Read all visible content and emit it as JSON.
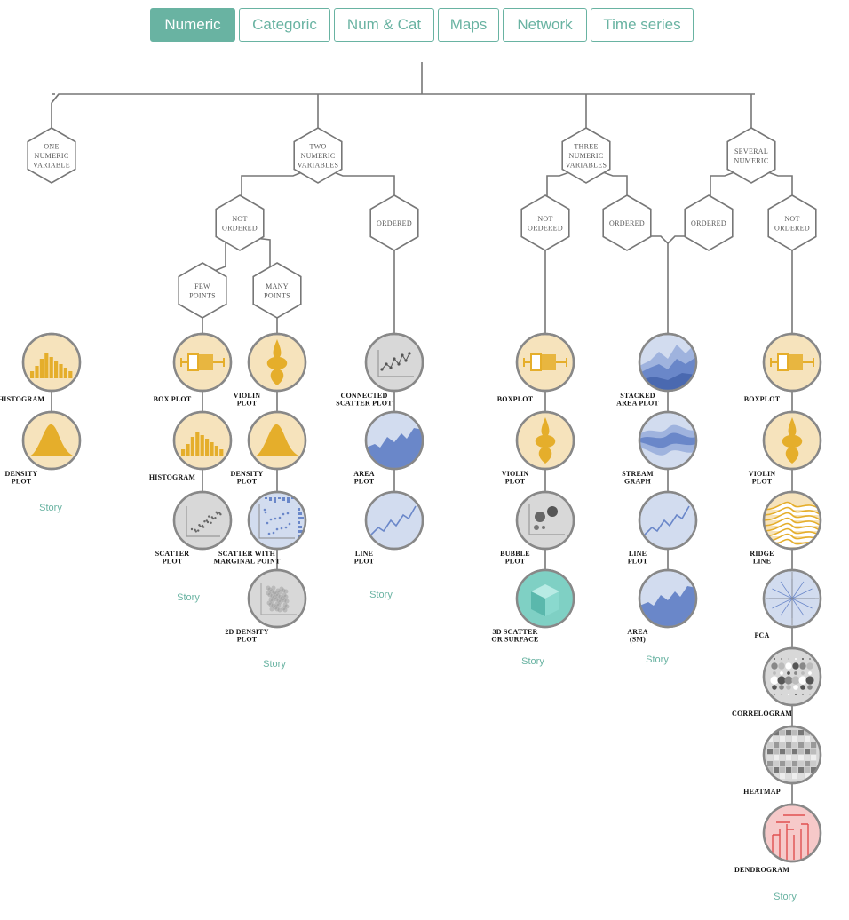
{
  "tabs": [
    {
      "label": "Numeric",
      "active": true
    },
    {
      "label": "Categoric",
      "active": false
    },
    {
      "label": "Num & Cat",
      "active": false
    },
    {
      "label": "Maps",
      "active": false
    },
    {
      "label": "Network",
      "active": false
    },
    {
      "label": "Time series",
      "active": false
    }
  ],
  "colors": {
    "accent": "#69b3a2",
    "line": "#777777",
    "yellow_bg": "#f6e3bc",
    "yellow_fg": "#e5ae2b",
    "blue_bg": "#d2dcef",
    "blue_fg": "#6a87c9",
    "grey_bg": "#d8d8d8",
    "red_bg": "#f6c9c9",
    "red_fg": "#e05050"
  },
  "hexagons": [
    {
      "id": "one",
      "lines": [
        "ONE",
        "NUMERIC",
        "VARIABLE"
      ]
    },
    {
      "id": "two",
      "lines": [
        "TWO",
        "NUMERIC",
        "VARIABLES"
      ]
    },
    {
      "id": "three",
      "lines": [
        "THREE",
        "NUMERIC",
        "VARIABLES"
      ]
    },
    {
      "id": "several",
      "lines": [
        "SEVERAL",
        "NUMERIC"
      ]
    },
    {
      "id": "two_not_ordered",
      "lines": [
        "NOT",
        "ORDERED"
      ]
    },
    {
      "id": "two_ordered",
      "lines": [
        "ORDERED"
      ]
    },
    {
      "id": "few_points",
      "lines": [
        "FEW",
        "POINTS"
      ]
    },
    {
      "id": "many_points",
      "lines": [
        "MANY",
        "POINTS"
      ]
    },
    {
      "id": "three_not_ordered",
      "lines": [
        "NOT",
        "ORDERED"
      ]
    },
    {
      "id": "three_ordered",
      "lines": [
        "ORDERED"
      ]
    },
    {
      "id": "several_ordered",
      "lines": [
        "ORDERED"
      ]
    },
    {
      "id": "several_not_ordered",
      "lines": [
        "NOT",
        "ORDERED"
      ]
    }
  ],
  "charts": [
    {
      "id": "histogram_1",
      "lines": [
        "HISTOGRAM"
      ],
      "icon": "histogram-icon"
    },
    {
      "id": "density_1",
      "lines": [
        "DENSITY",
        "PLOT"
      ],
      "icon": "density-icon"
    },
    {
      "id": "boxplot_2",
      "lines": [
        "BOX PLOT"
      ],
      "icon": "boxplot-icon"
    },
    {
      "id": "histogram_2",
      "lines": [
        "HISTOGRAM"
      ],
      "icon": "histogram-icon"
    },
    {
      "id": "scatter_2",
      "lines": [
        "SCATTER",
        "PLOT"
      ],
      "icon": "scatter-icon"
    },
    {
      "id": "violin_2",
      "lines": [
        "VIOLIN",
        "PLOT"
      ],
      "icon": "violin-icon"
    },
    {
      "id": "density_2",
      "lines": [
        "DENSITY",
        "PLOT"
      ],
      "icon": "density-icon"
    },
    {
      "id": "marginal_2",
      "lines": [
        "SCATTER WITH",
        "MARGINAL POINT"
      ],
      "icon": "marginal-scatter-icon"
    },
    {
      "id": "density2d_2",
      "lines": [
        "2D DENSITY",
        "PLOT"
      ],
      "icon": "density-2d-icon"
    },
    {
      "id": "connected_2",
      "lines": [
        "CONNECTED",
        "SCATTER PLOT"
      ],
      "icon": "connected-scatter-icon"
    },
    {
      "id": "area_2",
      "lines": [
        "AREA",
        "PLOT"
      ],
      "icon": "area-icon"
    },
    {
      "id": "line_2",
      "lines": [
        "LINE",
        "PLOT"
      ],
      "icon": "line-icon"
    },
    {
      "id": "boxplot_3",
      "lines": [
        "BOXPLOT"
      ],
      "icon": "boxplot-icon"
    },
    {
      "id": "violin_3",
      "lines": [
        "VIOLIN",
        "PLOT"
      ],
      "icon": "violin-icon"
    },
    {
      "id": "bubble_3",
      "lines": [
        "BUBBLE",
        "PLOT"
      ],
      "icon": "bubble-icon"
    },
    {
      "id": "scatter3d_3",
      "lines": [
        "3D SCATTER",
        "OR SURFACE"
      ],
      "icon": "cube-icon"
    },
    {
      "id": "stacked_3",
      "lines": [
        "STACKED",
        "AREA PLOT"
      ],
      "icon": "stacked-area-icon"
    },
    {
      "id": "stream_3",
      "lines": [
        "STREAM",
        "GRAPH"
      ],
      "icon": "streamgraph-icon"
    },
    {
      "id": "line_3",
      "lines": [
        "LINE",
        "PLOT"
      ],
      "icon": "line-icon"
    },
    {
      "id": "area_3",
      "lines": [
        "AREA",
        "(SM)"
      ],
      "icon": "area-icon"
    },
    {
      "id": "boxplot_4",
      "lines": [
        "BOXPLOT"
      ],
      "icon": "boxplot-icon"
    },
    {
      "id": "violin_4",
      "lines": [
        "VIOLIN",
        "PLOT"
      ],
      "icon": "violin-icon"
    },
    {
      "id": "ridge_4",
      "lines": [
        "RIDGE",
        "LINE"
      ],
      "icon": "ridgeline-icon"
    },
    {
      "id": "pca_4",
      "lines": [
        "PCA"
      ],
      "icon": "pca-icon"
    },
    {
      "id": "correlogram_4",
      "lines": [
        "CORRELOGRAM"
      ],
      "icon": "correlogram-icon"
    },
    {
      "id": "heatmap_4",
      "lines": [
        "HEATMAP"
      ],
      "icon": "heatmap-icon"
    },
    {
      "id": "dendrogram_4",
      "lines": [
        "DENDROGRAM"
      ],
      "icon": "dendrogram-icon"
    }
  ],
  "stories": [
    {
      "id": "story_one",
      "label": "Story"
    },
    {
      "id": "story_few",
      "label": "Story"
    },
    {
      "id": "story_many",
      "label": "Story"
    },
    {
      "id": "story_ordered",
      "label": "Story"
    },
    {
      "id": "story_three_not",
      "label": "Story"
    },
    {
      "id": "story_three_ord",
      "label": "Story"
    },
    {
      "id": "story_several",
      "label": "Story"
    }
  ]
}
